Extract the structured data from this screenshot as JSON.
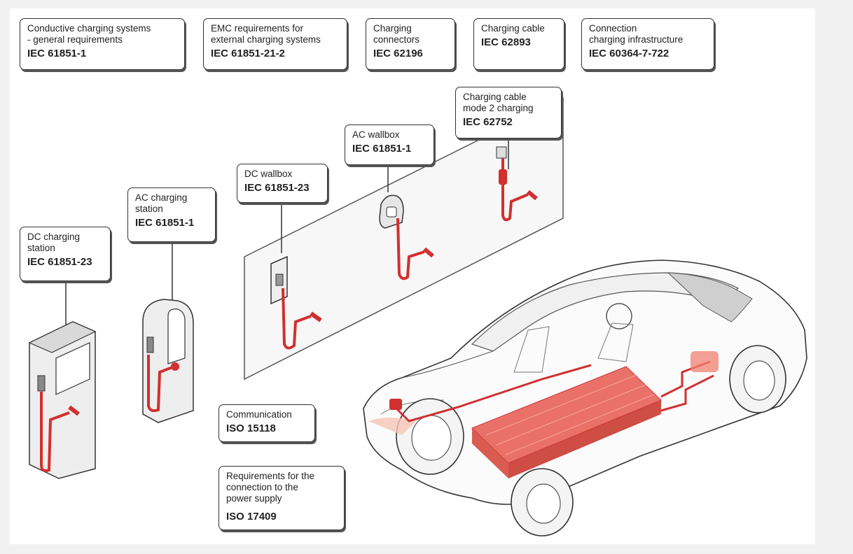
{
  "colors": {
    "accent": "#d22f2f",
    "stroke": "#333333",
    "fill_light": "#eeeeee"
  },
  "labels": {
    "conductive": {
      "desc": "Conductive charging systems\n- general requirements",
      "code": "IEC 61851-1"
    },
    "emc": {
      "desc": "EMC requirements for\nexternal charging systems",
      "code": "IEC 61851-21-2"
    },
    "connectors": {
      "desc": "Charging\nconnectors",
      "code": "IEC 62196"
    },
    "cable": {
      "desc": "Charging cable",
      "code": "IEC 62893"
    },
    "infrastructure": {
      "desc": "Connection\ncharging infrastructure",
      "code": "IEC 60364-7-722"
    },
    "mode2": {
      "desc": "Charging cable\nmode 2 charging",
      "code": "IEC 62752"
    },
    "ac_wallbox": {
      "desc": "AC wallbox",
      "code": "IEC 61851-1"
    },
    "dc_wallbox": {
      "desc": "DC wallbox",
      "code": "IEC 61851-23"
    },
    "ac_station": {
      "desc": "AC charging\nstation",
      "code": "IEC 61851-1"
    },
    "dc_station": {
      "desc": "DC charging\nstation",
      "code": "IEC 61851-23"
    },
    "communication": {
      "desc": "Communication",
      "code": "ISO 15118"
    },
    "power_supply": {
      "desc": "Requirements for the\nconnection to the\npower supply",
      "code": "ISO 17409"
    }
  }
}
